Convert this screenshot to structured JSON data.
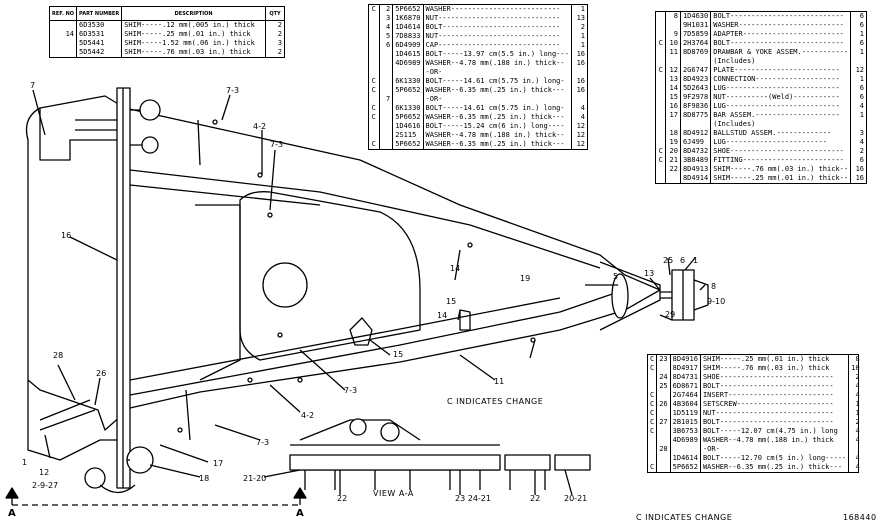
{
  "shim_table": {
    "headers": [
      "REF. NO",
      "PART NUMBER",
      "DESCRIPTION",
      "QTY"
    ],
    "ref_group": "14",
    "rows": [
      {
        "part": "6D3530",
        "desc": "SHIM-----.12 mm(.005 in.) thick",
        "qty": "2"
      },
      {
        "part": "6D3531",
        "desc": "SHIM-----.25 mm(.01 in.) thick",
        "qty": "2"
      },
      {
        "part": "5D5441",
        "desc": "SHIM-----1.52 mm(.06 in.) thick",
        "qty": "3"
      },
      {
        "part": "5D5442",
        "desc": "SHIM-----.76 mm(.03 in.) thick",
        "qty": "2"
      }
    ]
  },
  "center_table": {
    "rows": [
      {
        "c": "C",
        "ref": "2",
        "part": "5P6652",
        "desc": "WASHER--------------------------",
        "qty": "1"
      },
      {
        "c": "",
        "ref": "3",
        "part": "1K6870",
        "desc": "NUT-----------------------------",
        "qty": "13"
      },
      {
        "c": "",
        "ref": "4",
        "part": "1D4614",
        "desc": "BOLT----------------------------",
        "qty": "2"
      },
      {
        "c": "",
        "ref": "5",
        "part": "7D8833",
        "desc": "NUT-----------------------------",
        "qty": "1"
      },
      {
        "c": "",
        "ref": "6",
        "part": "6D4909",
        "desc": "CAP-----------------------------",
        "qty": "1"
      },
      {
        "c": "",
        "ref": "",
        "part": "1D4615",
        "desc": "BOLT-----13.97 cm(5.5 in.) long---",
        "qty": "16"
      },
      {
        "c": "",
        "ref": "",
        "part": "4D6989",
        "desc": "WASHER--4.78 mm(.188 in.) thick--",
        "qty": "16"
      },
      {
        "c": "",
        "ref": "",
        "part": "",
        "desc": "-OR-",
        "qty": ""
      },
      {
        "c": "C",
        "ref": "",
        "part": "6K1330",
        "desc": "BOLT-----14.61 cm(5.75 in.) long-",
        "qty": "16"
      },
      {
        "c": "C",
        "ref": "",
        "part": "5P6652",
        "desc": "WASHER--6.35 mm(.25 in.) thick---",
        "qty": "16"
      },
      {
        "c": "",
        "ref": "7",
        "part": "",
        "desc": "-OR-",
        "qty": ""
      },
      {
        "c": "C",
        "ref": "",
        "part": "6K1330",
        "desc": "BOLT-----14.61 cm(5.75 in.) long-",
        "qty": "4"
      },
      {
        "c": "C",
        "ref": "",
        "part": "5P6652",
        "desc": "WASHER--6.35 mm(.25 in.) thick---",
        "qty": "4"
      },
      {
        "c": "",
        "ref": "",
        "part": "1D4616",
        "desc": "BOLT-----15.24 cm(6 in.) long----",
        "qty": "12"
      },
      {
        "c": "",
        "ref": "",
        "part": "2S115",
        "desc": "WASHER--4.78 mm(.188 in.) thick--",
        "qty": "12"
      },
      {
        "c": "C",
        "ref": "",
        "part": "5P6652",
        "desc": "WASHER--6.35 mm(.25 in.) thick---",
        "qty": "12"
      }
    ]
  },
  "right_table": {
    "rows": [
      {
        "c": "",
        "ref": "8",
        "part": "1D4630",
        "desc": "BOLT---------------------------",
        "qty": "6"
      },
      {
        "c": "",
        "ref": "",
        "part": "9H1031",
        "desc": "WASHER-------------------------",
        "qty": "6"
      },
      {
        "c": "",
        "ref": "9",
        "part": "7D5859",
        "desc": "ADAPTER------------------------",
        "qty": "1"
      },
      {
        "c": "C",
        "ref": "10",
        "part": "2H3764",
        "desc": "BOLT---------------------------",
        "qty": "6"
      },
      {
        "c": "",
        "ref": "11",
        "part": "8D8769",
        "desc": "DRAWBAR & YOKE ASSEM.-----------",
        "qty": "1"
      },
      {
        "c": "",
        "ref": "",
        "part": "",
        "desc": "  (Includes)",
        "qty": ""
      },
      {
        "c": "C",
        "ref": "12",
        "part": "2G6747",
        "desc": "  PLATE-------------------------",
        "qty": "12"
      },
      {
        "c": "",
        "ref": "13",
        "part": "8D4923",
        "desc": "  CONNECTION--------------------",
        "qty": "1"
      },
      {
        "c": "",
        "ref": "14",
        "part": "5D2643",
        "desc": "  LUG---------------------------",
        "qty": "6"
      },
      {
        "c": "",
        "ref": "15",
        "part": "9F2978",
        "desc": "  NUT----------(Weld)-----------",
        "qty": "6"
      },
      {
        "c": "",
        "ref": "16",
        "part": "8F9836",
        "desc": "  LUG---------------------------",
        "qty": "4"
      },
      {
        "c": "",
        "ref": "17",
        "part": "8D8775",
        "desc": "  BAR ASSEM.--------------------",
        "qty": "1"
      },
      {
        "c": "",
        "ref": "",
        "part": "",
        "desc": "    (Includes)",
        "qty": ""
      },
      {
        "c": "",
        "ref": "18",
        "part": "8D4912",
        "desc": "    BALLSTUD ASSEM.-------------",
        "qty": "3"
      },
      {
        "c": "",
        "ref": "19",
        "part": "6J499",
        "desc": "    LUG------------------------",
        "qty": "4"
      },
      {
        "c": "C",
        "ref": "20",
        "part": "8D4732",
        "desc": "SHOE---------------------------",
        "qty": "2"
      },
      {
        "c": "C",
        "ref": "21",
        "part": "3B8489",
        "desc": "FITTING------------------------",
        "qty": "6"
      },
      {
        "c": "",
        "ref": "22",
        "part": "8D4913",
        "desc": "SHIM-----.76 mm(.03 in.) thick--",
        "qty": "16"
      },
      {
        "c": "",
        "ref": "",
        "part": "8D4914",
        "desc": "SHIM-----.25 mm(.01 in.) thick--",
        "qty": "16"
      }
    ]
  },
  "lower_table": {
    "rows": [
      {
        "c": "C",
        "ref": "23",
        "part": "8D4916",
        "desc": "SHIM-----.25 mm(.01 in.) thick",
        "qty": "8"
      },
      {
        "c": "C",
        "ref": "",
        "part": "8D4917",
        "desc": "SHIM-----.76 mm(.03 in.) thick",
        "qty": "10"
      },
      {
        "c": "",
        "ref": "24",
        "part": "8D4731",
        "desc": "SHOE---------------------------",
        "qty": "2"
      },
      {
        "c": "",
        "ref": "25",
        "part": "6D8671",
        "desc": "BOLT---------------------------",
        "qty": "4"
      },
      {
        "c": "C",
        "ref": "",
        "part": "2G7464",
        "desc": "INSERT-------------------------",
        "qty": "4"
      },
      {
        "c": "C",
        "ref": "26",
        "part": "4B3604",
        "desc": "SETSCREW-----------------------",
        "qty": "1"
      },
      {
        "c": "C",
        "ref": "",
        "part": "1D5119",
        "desc": "NUT----------------------------",
        "qty": "1"
      },
      {
        "c": "C",
        "ref": "27",
        "part": "2B1015",
        "desc": "BOLT---------------------------",
        "qty": "2"
      },
      {
        "c": "C",
        "ref": "",
        "part": "3B6753",
        "desc": "BOLT-----12.07 cm(4.75 in.) long",
        "qty": "4"
      },
      {
        "c": "",
        "ref": "",
        "part": "4D6989",
        "desc": "WASHER--4.78 mm(.188 in.) thick",
        "qty": "4"
      },
      {
        "c": "",
        "ref": "28",
        "part": "",
        "desc": "-OR-",
        "qty": ""
      },
      {
        "c": "",
        "ref": "",
        "part": "1D4614",
        "desc": "BOLT-----12.70 cm(5 in.) long-----",
        "qty": "4"
      },
      {
        "c": "C",
        "ref": "",
        "part": "5P6652",
        "desc": "WASHER--6.35 mm(.25 in.) thick---",
        "qty": "4"
      }
    ]
  },
  "callouts": {
    "c7": "7",
    "c7_3a": "7-3",
    "c4_2a": "4-2",
    "c7_3b": "7-3",
    "c16": "16",
    "c28": "28",
    "c26": "26",
    "c1": "1",
    "c12": "12",
    "c2_9_27": "2-9-27",
    "c17": "17",
    "c18": "18",
    "c7_3c": "7-3",
    "c7_3d": "7-3",
    "c4_2b": "4-2",
    "c11": "11",
    "c15a": "15",
    "c15b": "15",
    "c14a": "14",
    "c14b": "14",
    "c19": "19",
    "c5": "5",
    "c13": "13",
    "c25": "25",
    "c6": "6",
    "c1b": "1",
    "c8": "8",
    "c9_10": "9-10",
    "c29": "29",
    "c21_20": "21-20",
    "c22a": "22",
    "c23_24_21": "23  24-21",
    "c22b": "22",
    "c20_21": "20-21",
    "secA1": "A",
    "secA2": "A"
  },
  "view_label": "VIEW A-A",
  "change_note_center": "C INDICATES CHANGE",
  "change_note_bottom": "C INDICATES CHANGE",
  "figure_number": "168440"
}
